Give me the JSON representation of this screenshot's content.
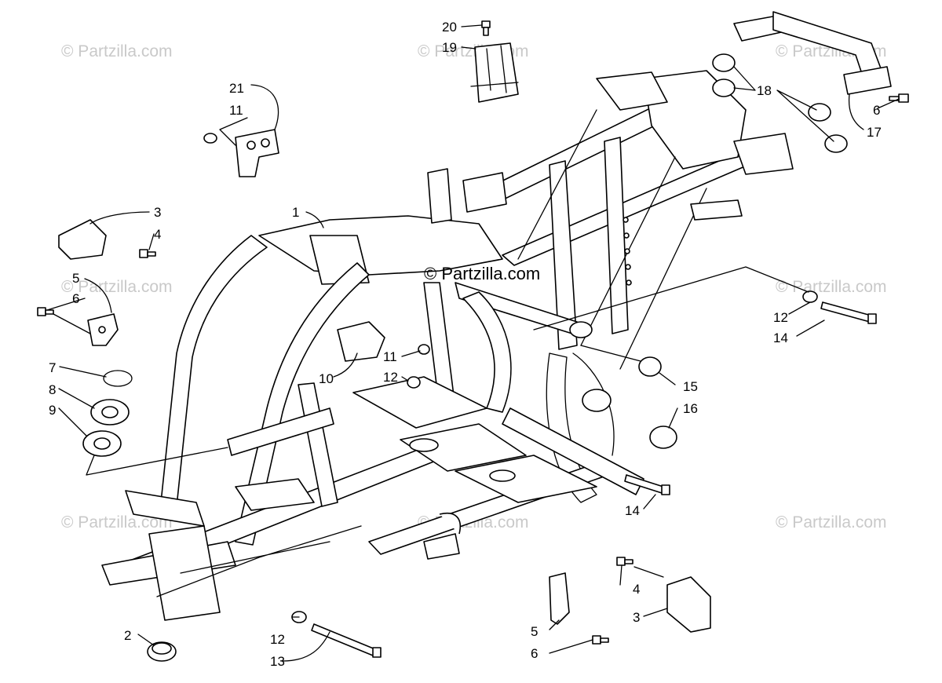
{
  "watermark": {
    "text": "© Partzilla.com",
    "center_text": "© Partzilla.com"
  },
  "callouts": [
    {
      "id": "c1",
      "label": "1"
    },
    {
      "id": "c2",
      "label": "2"
    },
    {
      "id": "c3a",
      "label": "3"
    },
    {
      "id": "c3b",
      "label": "3"
    },
    {
      "id": "c4a",
      "label": "4"
    },
    {
      "id": "c4b",
      "label": "4"
    },
    {
      "id": "c5a",
      "label": "5"
    },
    {
      "id": "c5b",
      "label": "5"
    },
    {
      "id": "c6a",
      "label": "6"
    },
    {
      "id": "c6b",
      "label": "6"
    },
    {
      "id": "c6c",
      "label": "6"
    },
    {
      "id": "c7",
      "label": "7"
    },
    {
      "id": "c8",
      "label": "8"
    },
    {
      "id": "c9",
      "label": "9"
    },
    {
      "id": "c10",
      "label": "10"
    },
    {
      "id": "c11a",
      "label": "11"
    },
    {
      "id": "c11b",
      "label": "11"
    },
    {
      "id": "c12a",
      "label": "12"
    },
    {
      "id": "c12b",
      "label": "12"
    },
    {
      "id": "c12c",
      "label": "12"
    },
    {
      "id": "c13",
      "label": "13"
    },
    {
      "id": "c14a",
      "label": "14"
    },
    {
      "id": "c14b",
      "label": "14"
    },
    {
      "id": "c15",
      "label": "15"
    },
    {
      "id": "c16",
      "label": "16"
    },
    {
      "id": "c17",
      "label": "17"
    },
    {
      "id": "c18",
      "label": "18"
    },
    {
      "id": "c19",
      "label": "19"
    },
    {
      "id": "c20",
      "label": "20"
    },
    {
      "id": "c21",
      "label": "21"
    }
  ]
}
